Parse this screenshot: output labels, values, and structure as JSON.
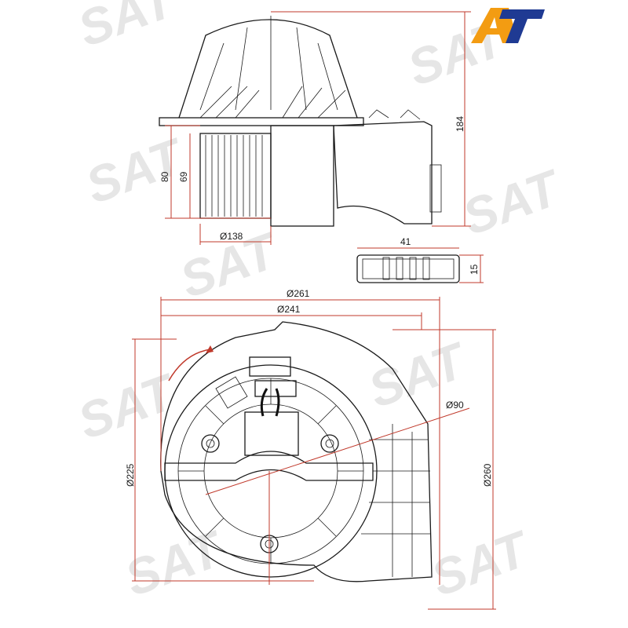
{
  "logo": {
    "text": "AT",
    "color_a": "#f39c12",
    "color_t": "#1f3a93"
  },
  "watermark": {
    "text": "SAT"
  },
  "dimensions": {
    "height_total": "184",
    "height_body": "80",
    "height_rotor": "69",
    "diameter_rotor": "Ø138",
    "connector_width": "41",
    "connector_height": "15",
    "diameter_outer": "Ø261",
    "diameter_inner": "Ø241",
    "diameter_motor": "Ø90",
    "diameter_side": "Ø225",
    "height_housing": "Ø260"
  },
  "colors": {
    "dimension_line": "#c0392b",
    "outline": "#1a1a1a"
  }
}
